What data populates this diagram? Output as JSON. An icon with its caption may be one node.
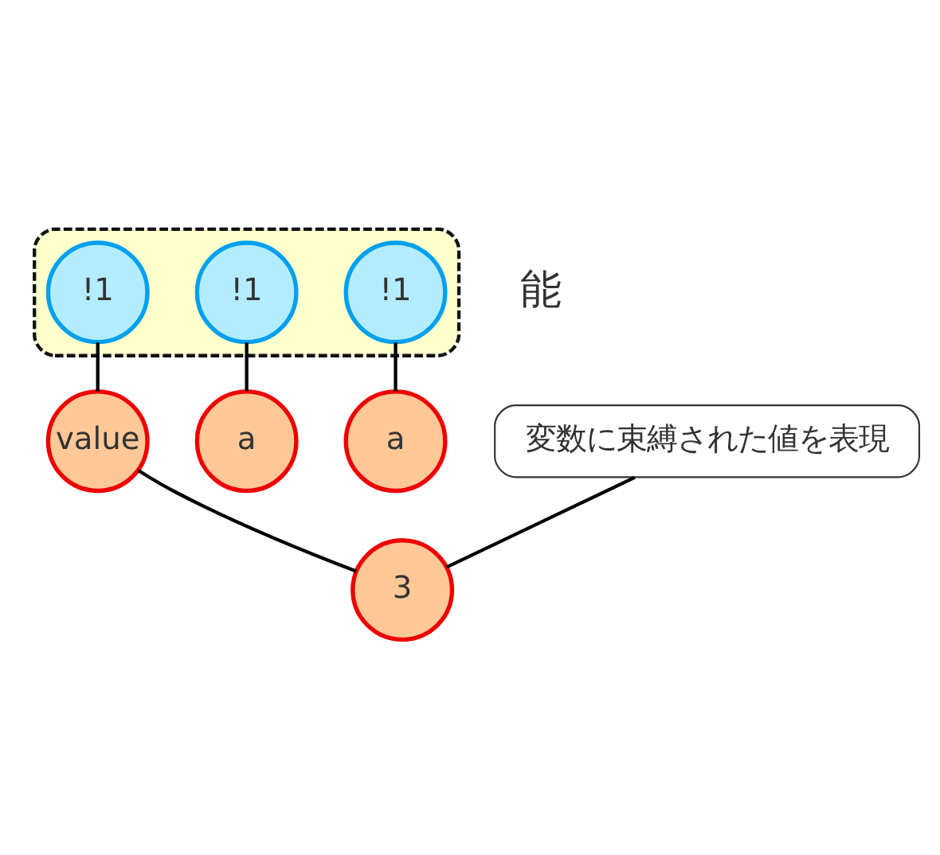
{
  "diagram": {
    "nodes": [
      {
        "text": [],
        "shape": "box"
      },
      {
        "text": [
          "!1"
        ],
        "in": 0
      },
      {
        "text": [
          "value"
        ]
      },
      {
        "text": [
          "3"
        ]
      },
      {
        "text": [
          "!1"
        ],
        "in": 0
      },
      {
        "text": [
          "!1"
        ],
        "in": 0
      },
      {
        "text": [
          "a"
        ]
      },
      {
        "text": [
          "a"
        ]
      },
      {
        "text": [
          "変数に束縛された値を表現"
        ]
      }
    ],
    "edges": [
      {
        "from": 1,
        "to": 2,
        "arrow": "none"
      },
      {
        "from": 2,
        "to": 3,
        "arrow": "none"
      },
      {
        "from": 4,
        "to": 6,
        "arrow": "none"
      },
      {
        "from": 5,
        "to": 7,
        "arrow": "none"
      },
      {
        "from": 8,
        "to": 3,
        "arrow": "none"
      }
    ],
    "labels": [
      "能"
    ]
  }
}
